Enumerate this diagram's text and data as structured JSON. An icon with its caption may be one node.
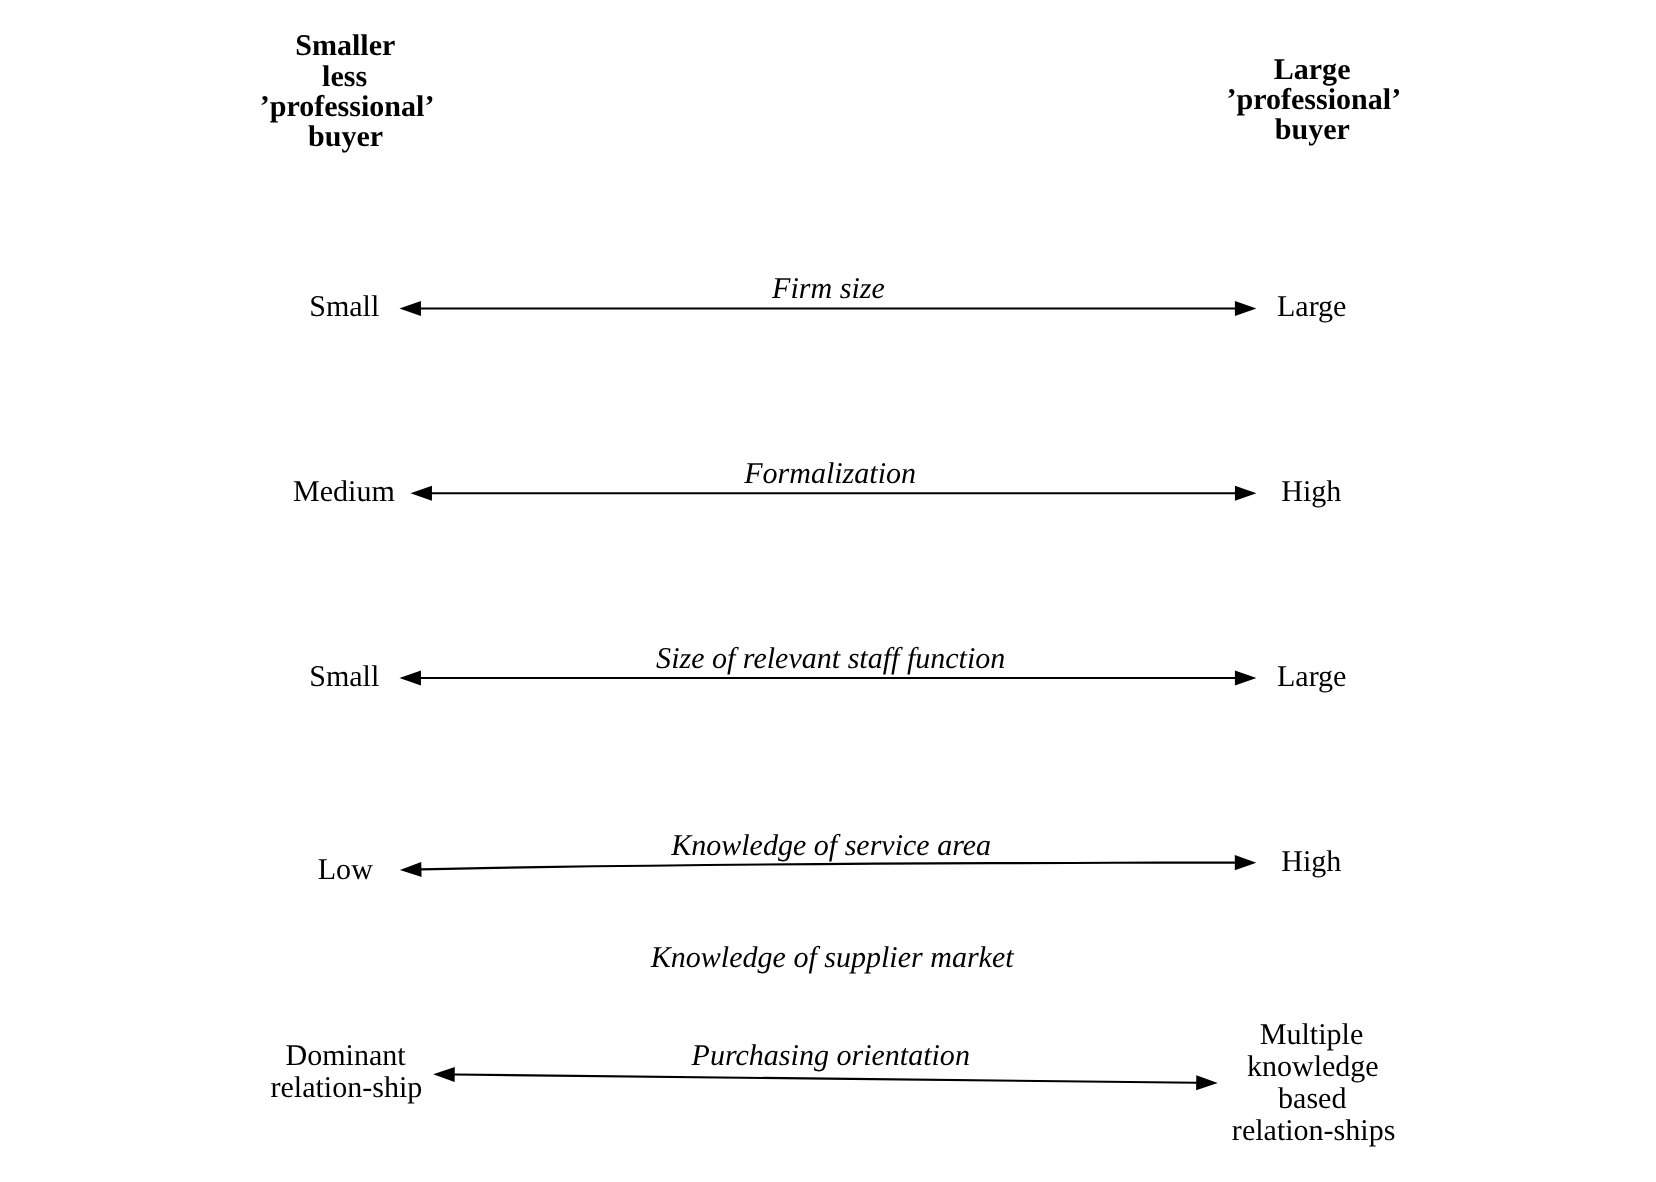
{
  "diagram": {
    "nodes": [
      {
        "text": [
          "Small"
        ]
      },
      {
        "text": [
          "Large"
        ]
      },
      {
        "text": [
          "Medium"
        ]
      },
      {
        "text": [
          "High"
        ]
      },
      {
        "text": [
          "Small"
        ]
      },
      {
        "text": [
          "Large"
        ]
      },
      {
        "text": [
          "Low"
        ]
      },
      {
        "text": [
          "High"
        ]
      },
      {
        "text": [
          "Dominant relation-ship"
        ]
      },
      {
        "text": [
          "Multiple knowledge based relation-ships"
        ]
      }
    ],
    "edges": [
      {
        "from": 0,
        "to": 1,
        "arrow": "both",
        "label": "Firm size"
      },
      {
        "from": 2,
        "to": 3,
        "arrow": "both",
        "label": "Formalization"
      },
      {
        "from": 4,
        "to": 5,
        "arrow": "both",
        "label": "Size of relevant staff function"
      },
      {
        "from": 6,
        "to": 7,
        "arrow": "both",
        "label": "Knowledge of service area"
      },
      {
        "from": 8,
        "to": 9,
        "arrow": "both",
        "label": "Purchasing orientation"
      }
    ],
    "labels": [
      "Smaller less ’professional’ buyer",
      "Large ’professional’ buyer",
      "Knowledge of supplier market"
    ]
  }
}
